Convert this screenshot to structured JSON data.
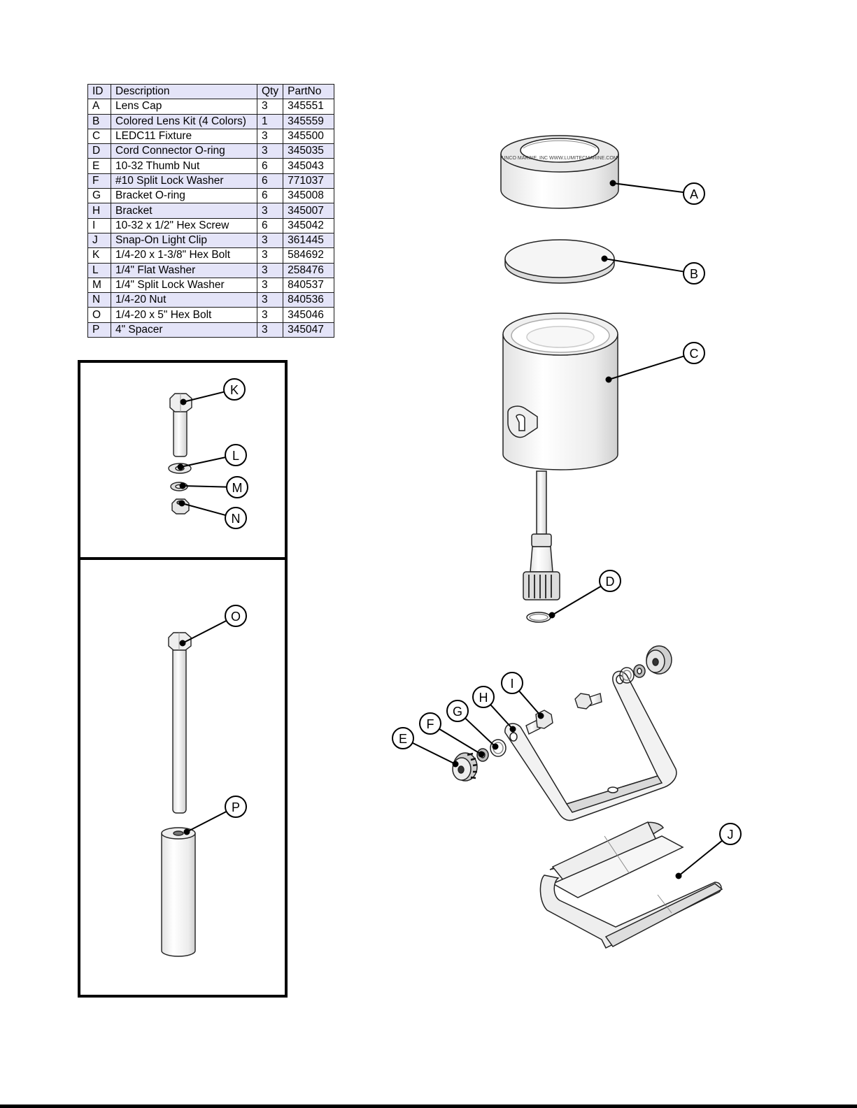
{
  "table": {
    "headers": {
      "id": "ID",
      "description": "Description",
      "qty": "Qty",
      "partno": "PartNo"
    },
    "rows": [
      {
        "id": "A",
        "description": "Lens Cap",
        "qty": "3",
        "partno": "345551"
      },
      {
        "id": "B",
        "description": "Colored Lens Kit (4 Colors)",
        "qty": "1",
        "partno": "345559"
      },
      {
        "id": "C",
        "description": "LEDC11 Fixture",
        "qty": "3",
        "partno": "345500"
      },
      {
        "id": "D",
        "description": "Cord Connector O-ring",
        "qty": "3",
        "partno": "345035"
      },
      {
        "id": "E",
        "description": "10-32 Thumb Nut",
        "qty": "6",
        "partno": "345043"
      },
      {
        "id": "F",
        "description": "#10 Split Lock Washer",
        "qty": "6",
        "partno": "771037"
      },
      {
        "id": "G",
        "description": "Bracket O-ring",
        "qty": "6",
        "partno": "345008"
      },
      {
        "id": "H",
        "description": "Bracket",
        "qty": "3",
        "partno": "345007"
      },
      {
        "id": "I",
        "description": "10-32 x 1/2\" Hex Screw",
        "qty": "6",
        "partno": "345042"
      },
      {
        "id": "J",
        "description": "Snap-On Light Clip",
        "qty": "3",
        "partno": "361445"
      },
      {
        "id": "K",
        "description": "1/4-20 x 1-3/8\" Hex Bolt",
        "qty": "3",
        "partno": "584692"
      },
      {
        "id": "L",
        "description": "1/4\" Flat Washer",
        "qty": "3",
        "partno": "258476"
      },
      {
        "id": "M",
        "description": "1/4\" Split Lock Washer",
        "qty": "3",
        "partno": "840537"
      },
      {
        "id": "N",
        "description": "1/4-20 Nut",
        "qty": "3",
        "partno": "840536"
      },
      {
        "id": "O",
        "description": "1/4-20 x 5\" Hex Bolt",
        "qty": "3",
        "partno": "345046"
      },
      {
        "id": "P",
        "description": "4\" Spacer",
        "qty": "3",
        "partno": "345047"
      }
    ]
  },
  "callouts": {
    "A": "A",
    "B": "B",
    "C": "C",
    "D": "D",
    "E": "E",
    "F": "F",
    "G": "G",
    "H": "H",
    "I": "I",
    "J": "J",
    "K": "K",
    "L": "L",
    "M": "M",
    "N": "N",
    "O": "O",
    "P": "P"
  },
  "lens_cap_text": "UNCO MARINE, INC  WWW.LUMITECMARINE.COM",
  "colors": {
    "table_band": "#e4e4f8",
    "line": "#1a1a1a",
    "part_fill": "#f4f4f4",
    "part_shade": "#d8d8d8"
  }
}
